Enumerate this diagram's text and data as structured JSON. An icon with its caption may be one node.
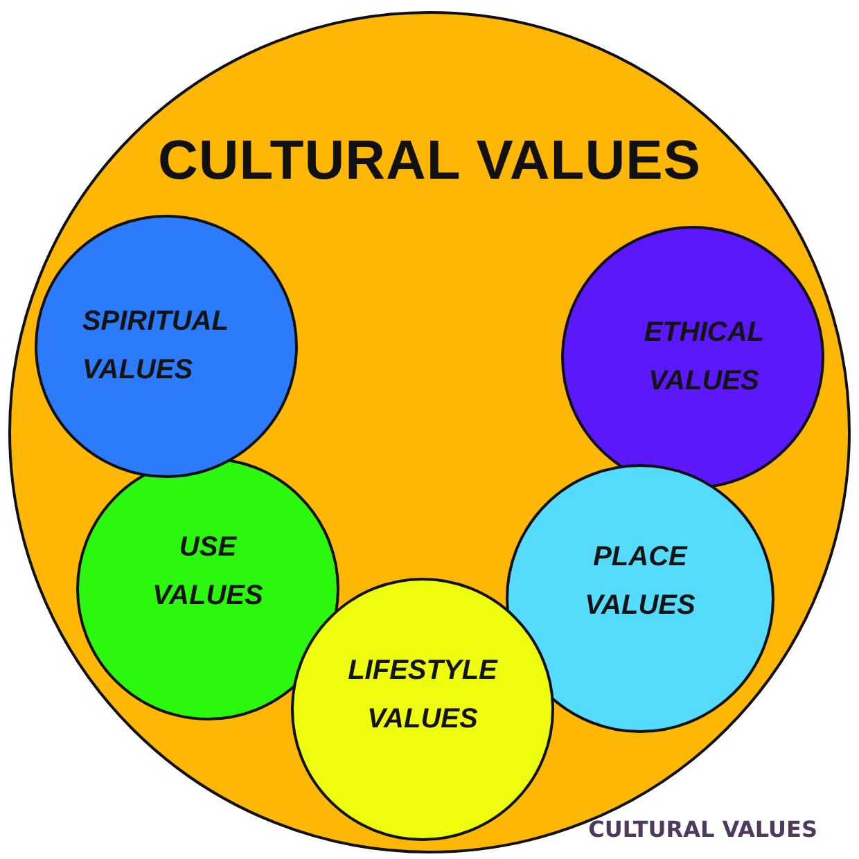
{
  "diagram": {
    "caption": "CULTURAL VALUES",
    "nodes": [
      {
        "text": [
          "CULTURAL VALUES"
        ]
      },
      {
        "text": [
          "SPIRITUAL VALUES"
        ],
        "in": 0
      },
      {
        "text": [
          "ETHICAL VALUES"
        ],
        "in": 0
      },
      {
        "text": [
          "USE VALUES"
        ],
        "in": 0
      },
      {
        "text": [
          "PLACE VALUES"
        ],
        "in": 0
      },
      {
        "text": [
          "LIFESTYLE VALUES"
        ],
        "in": 0
      }
    ]
  }
}
